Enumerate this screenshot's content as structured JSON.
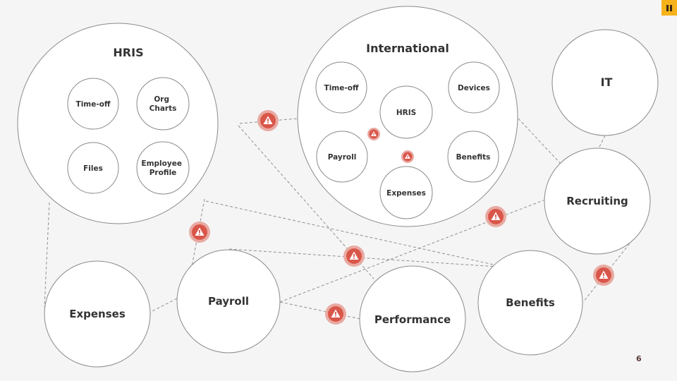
{
  "page_number": "6",
  "logo_icon": "brand-logo-icon",
  "colors": {
    "background": "#f5f5f5",
    "node_stroke": "#8a8a8a",
    "edge": "#8f8f8f",
    "warning": "#d9564a",
    "warning_halo": "#e8aaa2",
    "logo": "#f5b21a",
    "text": "#333333"
  },
  "groups": {
    "hris": {
      "title": "HRIS",
      "items": {
        "time_off": "Time-off",
        "org_charts": [
          "Org",
          "Charts"
        ],
        "files": "Files",
        "employee_profile": [
          "Employee",
          "Profile"
        ]
      }
    },
    "international": {
      "title": "International",
      "items": {
        "time_off": "Time-off",
        "devices": "Devices",
        "hris": "HRIS",
        "payroll": "Payroll",
        "benefits": "Benefits",
        "expenses": "Expenses"
      }
    }
  },
  "systems": {
    "it": "IT",
    "recruiting": "Recruiting",
    "expenses": "Expenses",
    "payroll": "Payroll",
    "performance": "Performance",
    "benefits": "Benefits"
  },
  "warning_icon": "warning-triangle-icon"
}
